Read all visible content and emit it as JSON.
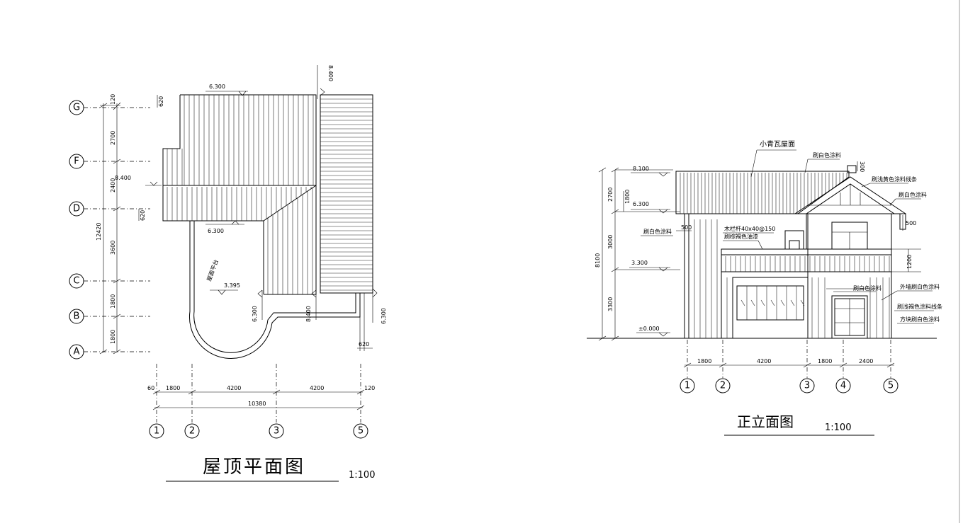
{
  "roof_plan": {
    "title": "屋顶平面图",
    "scale": "1:100",
    "row_axes": [
      "G",
      "F",
      "D",
      "C",
      "B",
      "A"
    ],
    "col_axes": [
      "1",
      "2",
      "3",
      "5"
    ],
    "row_dims": [
      "120",
      "2700",
      "2400",
      "3600",
      "1800",
      "1800"
    ],
    "total_row_dim": "12420",
    "col_dims": [
      "60",
      "1800",
      "4200",
      "4200",
      "120"
    ],
    "total_col_dim": "10380",
    "elev_top": "6.300",
    "elev_left_mid": "8.400",
    "elev_right_top": "8.400",
    "elev_lower_left": "6.300",
    "elev_mid_right": "8.400",
    "elev_right": "6.300",
    "elev_terrace": "3.395",
    "elev_mid_bottom": "6.300",
    "dim_620_a": "620",
    "dim_620_b": "620",
    "dim_620_c": "620",
    "terrace_label": "屋面平台"
  },
  "front_elevation": {
    "title": "正立面图",
    "scale": "1:100",
    "col_axes": [
      "1",
      "2",
      "3",
      "4",
      "5"
    ],
    "col_dims": [
      "1800",
      "4200",
      "1800",
      "2400"
    ],
    "height_dims": [
      "2700",
      "3000",
      "3300"
    ],
    "total_height": "8100",
    "small_dims": [
      "1800",
      "1200",
      "500",
      "500",
      "300"
    ],
    "elevations": [
      "8.100",
      "6.300",
      "3.300",
      "±0.000"
    ],
    "labels": {
      "roof": "小青瓦屋面",
      "paint_white_a": "刷白色涂料",
      "paint_white_b": "刷白色涂料",
      "paint_white_c": "刷白色涂料",
      "paint_white_d": "刷白色涂料",
      "line_a": "刷浅黄色涂料线条",
      "wood": "木栏杆40x40@150",
      "wood_paint": "刷棕褐色油漆",
      "wall_paint": "外墙刷白色涂料",
      "line_b": "刷浅褐色涂料线条",
      "block": "方块刷白色涂料"
    }
  }
}
